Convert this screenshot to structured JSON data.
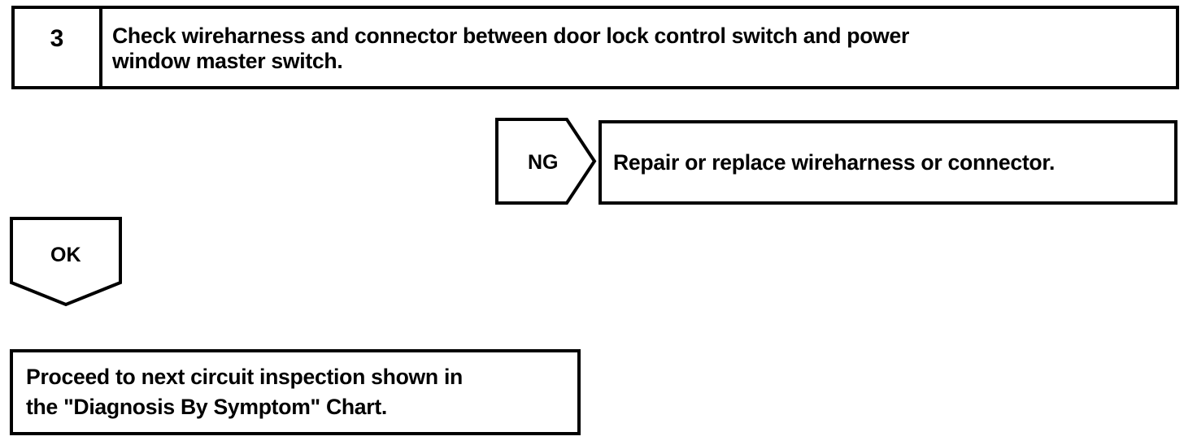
{
  "diagram": {
    "type": "troubleshooting-flowchart",
    "stroke_color": "#000000",
    "background_color": "#ffffff",
    "step": {
      "number": "3",
      "instruction": "Check wireharness and connector between door lock control switch and power\nwindow master switch."
    },
    "branches": {
      "ng": {
        "label": "NG",
        "direction": "right",
        "target_text": "Repair or replace wireharness or connector."
      },
      "ok": {
        "label": "OK",
        "direction": "down",
        "target_text": "Proceed to next circuit inspection shown in\nthe \"Diagnosis By Symptom\" Chart."
      }
    }
  }
}
